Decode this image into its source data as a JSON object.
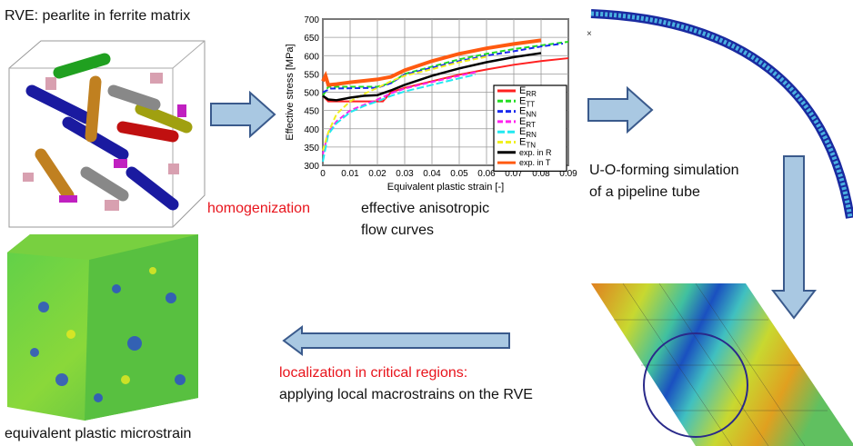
{
  "labels": {
    "rve_title": "RVE: pearlite in ferrite matrix",
    "homogenization": "homogenization",
    "flow_curves_line1": "effective anisotropic",
    "flow_curves_line2": "flow curves",
    "forming_line1": "U-O-forming simulation",
    "forming_line2": "of a pipeline tube",
    "localization_line1": "localization in critical regions:",
    "localization_line2": "applying local macrostrains on the RVE",
    "microstrain": "equivalent plastic microstrain"
  },
  "colors": {
    "arrow_fill": "#a9c8e2",
    "arrow_stroke": "#3a5a8c",
    "highlight": "#e8141c",
    "circle": "#2a2a8a"
  },
  "chart_data": {
    "type": "line",
    "xlabel": "Equivalent plastic strain [-]",
    "ylabel": "Effective stress [MPa]",
    "xlim": [
      0,
      0.09
    ],
    "ylim": [
      300,
      700
    ],
    "xticks": [
      "0",
      "0.01",
      "0.02",
      "0.03",
      "0.04",
      "0.05",
      "0.06",
      "0.07",
      "0.08",
      "0.09"
    ],
    "yticks": [
      "300",
      "350",
      "400",
      "450",
      "500",
      "550",
      "600",
      "650",
      "700"
    ],
    "grid": true,
    "legend_position": "bottom-right",
    "series": [
      {
        "name": "E",
        "sub": "RR",
        "color": "#ff2020",
        "dash": "",
        "x": [
          0,
          0.002,
          0.02,
          0.022,
          0.025,
          0.03,
          0.04,
          0.05,
          0.06,
          0.07,
          0.08,
          0.09
        ],
        "y": [
          490,
          475,
          475,
          475,
          500,
          512,
          530,
          548,
          562,
          575,
          585,
          593
        ]
      },
      {
        "name": "E",
        "sub": "TT",
        "color": "#22dd22",
        "dash": "6,3",
        "x": [
          0,
          0.002,
          0.02,
          0.025,
          0.03,
          0.04,
          0.05,
          0.06,
          0.07,
          0.08,
          0.09
        ],
        "y": [
          490,
          515,
          515,
          525,
          550,
          570,
          590,
          605,
          618,
          628,
          638
        ]
      },
      {
        "name": "E",
        "sub": "NN",
        "color": "#1a2aee",
        "dash": "6,3",
        "x": [
          0,
          0.003,
          0.02,
          0.025,
          0.03,
          0.04,
          0.05,
          0.06,
          0.07,
          0.08,
          0.088
        ],
        "y": [
          500,
          510,
          512,
          525,
          548,
          567,
          585,
          600,
          612,
          625,
          633
        ]
      },
      {
        "name": "E",
        "sub": "RT",
        "color": "#ff22ee",
        "dash": "6,3",
        "x": [
          0,
          0.002,
          0.005,
          0.01,
          0.015,
          0.02,
          0.025,
          0.03,
          0.04,
          0.05,
          0.056
        ],
        "y": [
          330,
          390,
          420,
          450,
          465,
          480,
          497,
          510,
          528,
          545,
          555
        ]
      },
      {
        "name": "E",
        "sub": "RN",
        "color": "#22e8f0",
        "dash": "8,3",
        "x": [
          0,
          0.002,
          0.005,
          0.01,
          0.015,
          0.02,
          0.025,
          0.03,
          0.04,
          0.05,
          0.056
        ],
        "y": [
          310,
          385,
          415,
          445,
          462,
          475,
          490,
          502,
          520,
          538,
          548
        ]
      },
      {
        "name": "E",
        "sub": "TN",
        "color": "#f0f020",
        "dash": "6,3",
        "x": [
          0,
          0.002,
          0.005,
          0.01,
          0.015,
          0.02,
          0.025,
          0.03,
          0.04,
          0.05,
          0.06
        ],
        "y": [
          340,
          390,
          440,
          475,
          495,
          512,
          530,
          545,
          563,
          582,
          597
        ]
      },
      {
        "name": "exp. in R",
        "sub": "",
        "color": "#000000",
        "dash": "",
        "x": [
          0,
          0.002,
          0.005,
          0.01,
          0.015,
          0.02,
          0.025,
          0.03,
          0.04,
          0.05,
          0.06,
          0.07,
          0.08
        ],
        "y": [
          490,
          480,
          478,
          485,
          490,
          492,
          505,
          520,
          545,
          565,
          582,
          596,
          607
        ]
      },
      {
        "name": "exp. in T",
        "sub": "",
        "color": "#ff5a10",
        "dash": "",
        "x": [
          0,
          0.001,
          0.002,
          0.005,
          0.01,
          0.02,
          0.025,
          0.03,
          0.04,
          0.05,
          0.06,
          0.07,
          0.08
        ],
        "y": [
          530,
          545,
          520,
          522,
          527,
          535,
          542,
          560,
          585,
          605,
          620,
          632,
          642
        ]
      }
    ]
  }
}
